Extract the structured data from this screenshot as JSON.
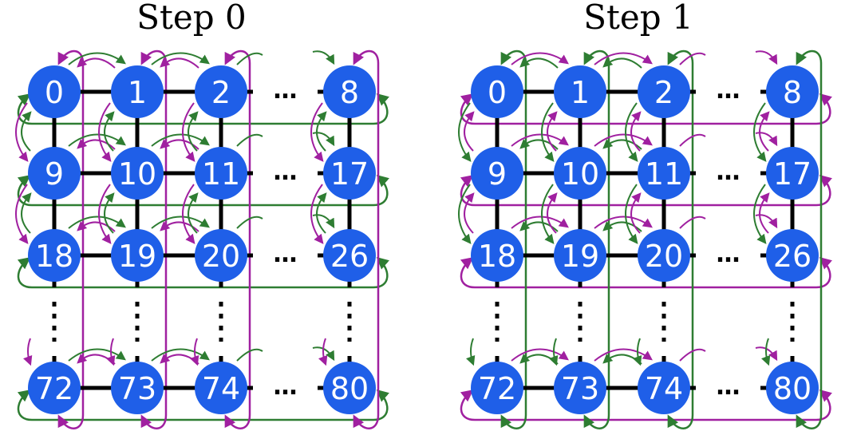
{
  "panels": [
    {
      "title": "Step 0",
      "rows": [
        [
          "0",
          "1",
          "2",
          "8"
        ],
        [
          "9",
          "10",
          "11",
          "17"
        ],
        [
          "18",
          "19",
          "20",
          "26"
        ],
        [
          "72",
          "73",
          "74",
          "80"
        ]
      ],
      "row_wrap_color": "#2e7d32",
      "col_wrap_color": "#a020a0"
    },
    {
      "title": "Step 1",
      "rows": [
        [
          "0",
          "1",
          "2",
          "8"
        ],
        [
          "9",
          "10",
          "11",
          "17"
        ],
        [
          "18",
          "19",
          "20",
          "26"
        ],
        [
          "72",
          "73",
          "74",
          "80"
        ]
      ],
      "row_wrap_color": "#a020a0",
      "col_wrap_color": "#2e7d32"
    }
  ],
  "colors": {
    "node_fill": "#1f5fe8",
    "edge": "#000000",
    "green": "#2e7d32",
    "purple": "#a020a0"
  }
}
